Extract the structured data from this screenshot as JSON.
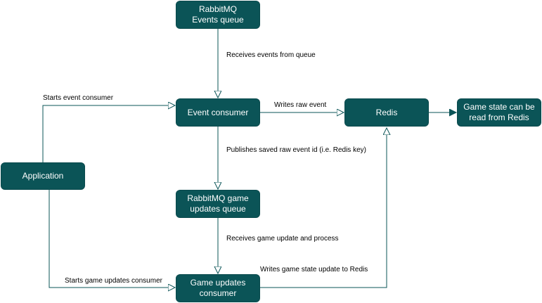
{
  "nodes": {
    "rabbitmq_events_queue": "RabbitMQ\nEvents queue",
    "event_consumer": "Event consumer",
    "redis": "Redis",
    "game_state_readable": "Game state can be\nread from Redis",
    "application": "Application",
    "rabbitmq_game_updates_queue": "RabbitMQ game\nupdates queue",
    "game_updates_consumer": "Game updates\nconsumer"
  },
  "edge_labels": {
    "receives_events": "Receives events from queue",
    "starts_event_consumer": "Starts event consumer",
    "writes_raw_event": "Writes raw event",
    "publishes_event_id": "Publishes saved raw event id (i.e. Redis key)",
    "receives_game_update": "Receives game update and process",
    "starts_game_updates_consumer": "Starts game updates consumer",
    "writes_game_state": "Writes game state update to Redis"
  },
  "colors": {
    "node_fill": "#0b5457",
    "node_text": "#ffffff",
    "edge": "#0b5457"
  }
}
